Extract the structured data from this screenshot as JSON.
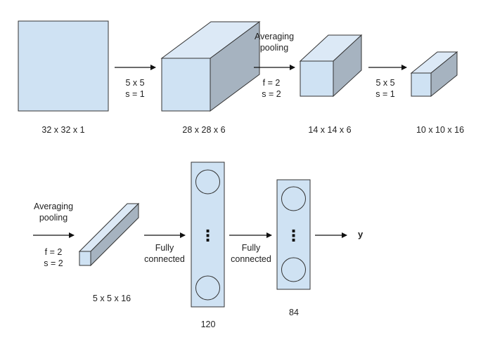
{
  "colors": {
    "face_front": "#cfe2f3",
    "face_top": "#dce9f6",
    "face_side": "#a6b3c0",
    "stroke": "#333333",
    "arrow": "#111111"
  },
  "layers": {
    "input": {
      "dims": "32 x 32 x 1"
    },
    "conv1": {
      "dims": "28  x 28 x 6"
    },
    "pool1": {
      "dims": "14 x 14 x 6"
    },
    "conv2": {
      "dims": "10 x 10 x 16"
    },
    "pool2": {
      "dims": "5 x 5 x 16"
    },
    "fc1": {
      "count": "120",
      "dots": "⋮"
    },
    "fc2": {
      "count": "84",
      "dots": "⋮"
    },
    "output": {
      "label": "y"
    }
  },
  "ops": {
    "conv1": {
      "line1": "5 x 5",
      "line2": "s = 1"
    },
    "pool1": {
      "title1": "Averaging",
      "title2": "pooling",
      "line1": "f = 2",
      "line2": "s = 2"
    },
    "conv2": {
      "line1": "5 x 5",
      "line2": "s = 1"
    },
    "pool2": {
      "title1": "Averaging",
      "title2": "pooling",
      "line1": "f = 2",
      "line2": "s = 2"
    },
    "fc1": {
      "line1": "Fully",
      "line2": "connected"
    },
    "fc2": {
      "line1": "Fully",
      "line2": "connected"
    }
  }
}
